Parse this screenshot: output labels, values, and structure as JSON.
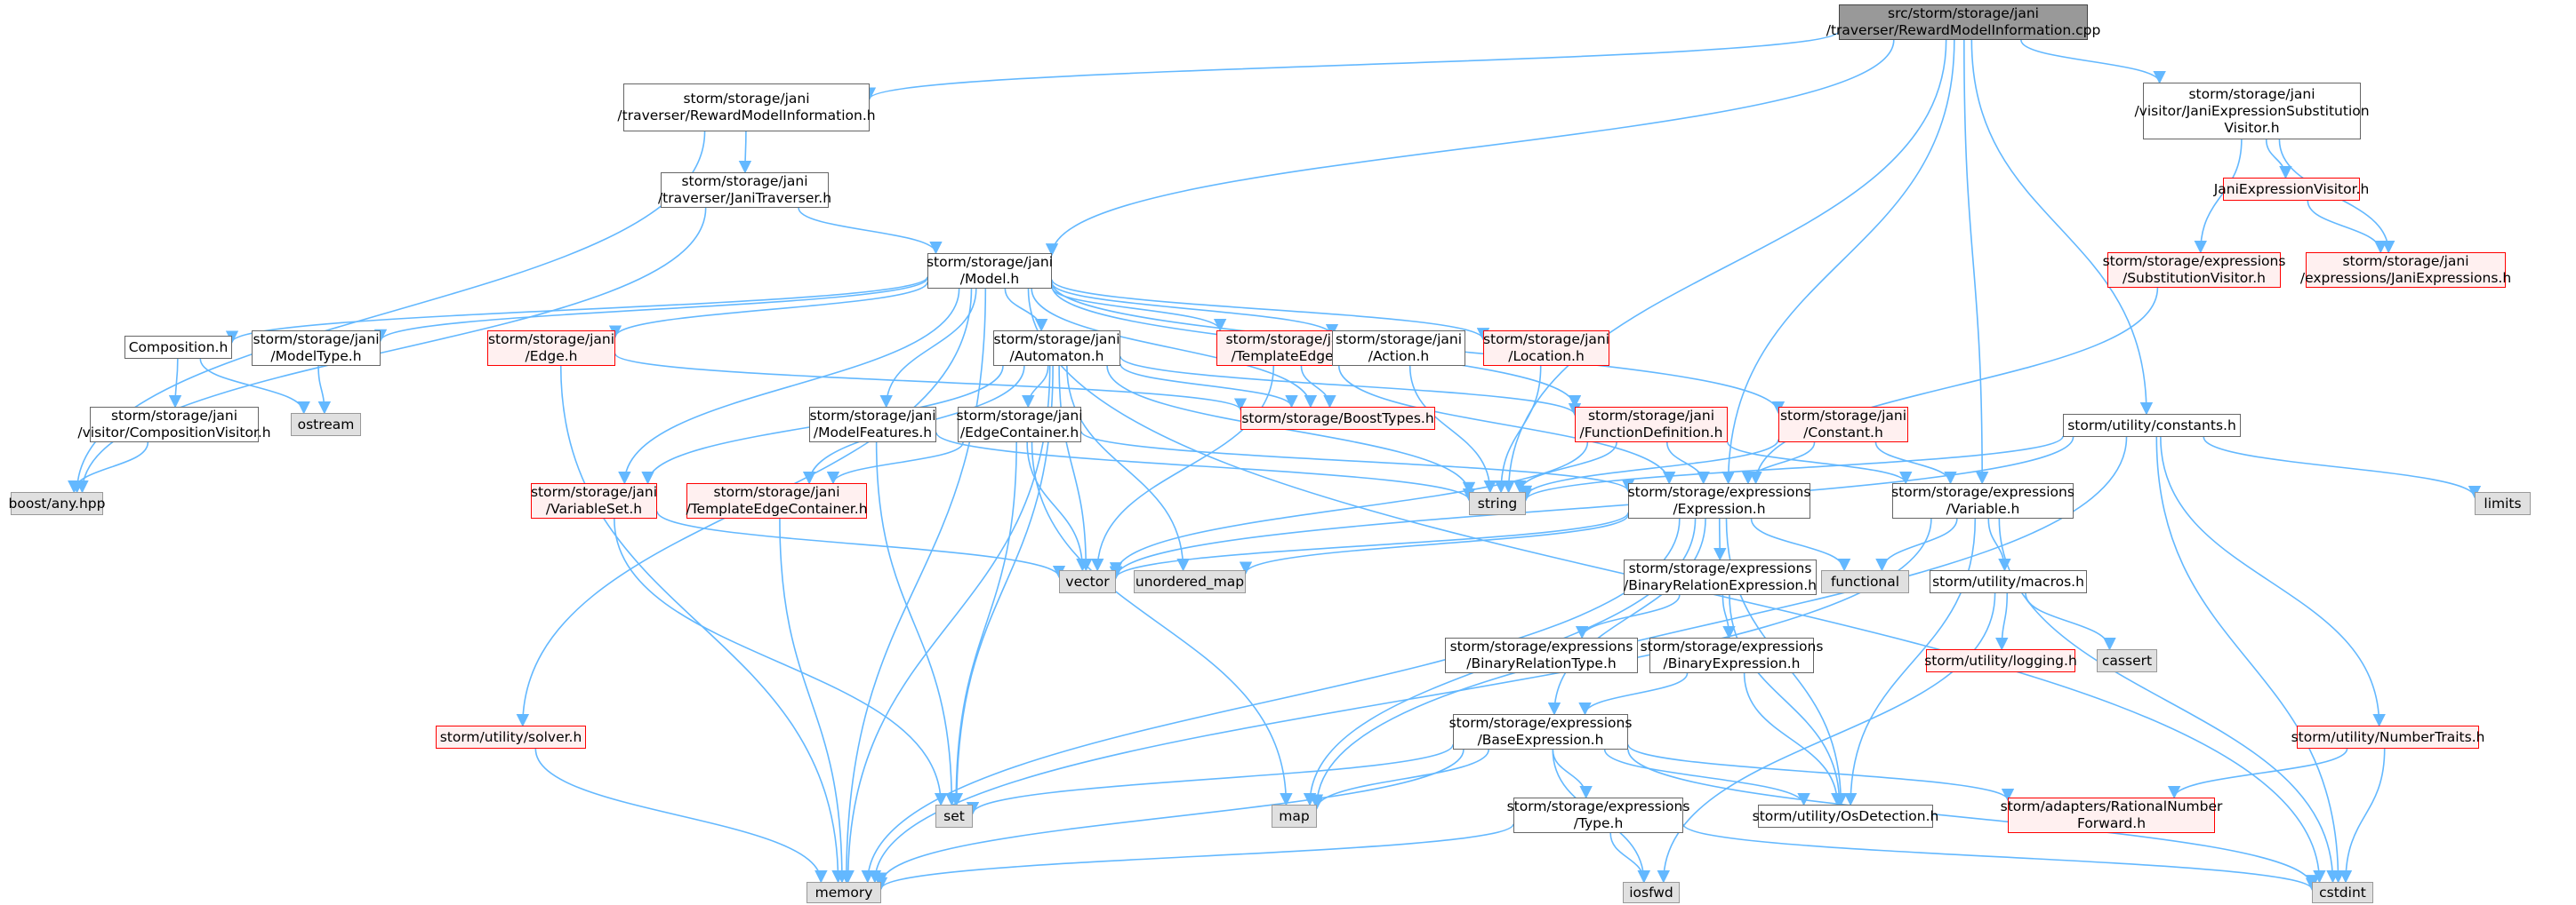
{
  "graph": {
    "colors": {
      "edge": "#63b8ff",
      "root_fill": "#999999",
      "node_fill": "#ffffff",
      "node_border": "#666666",
      "incomplete_border": "#ff0000",
      "incomplete_fill": "#fff0f0",
      "system_fill": "#e0e0e0"
    },
    "nodes": [
      {
        "id": "root",
        "label": [
          "src/storm/storage/jani",
          "/traverser/RewardModelInformation.cpp"
        ],
        "style": "root"
      },
      {
        "id": "rmi_h",
        "label": [
          "storm/storage/jani",
          "/traverser/RewardModelInformation.h"
        ],
        "style": "normal"
      },
      {
        "id": "jt_h",
        "label": [
          "storm/storage/jani",
          "/traverser/JaniTraverser.h"
        ],
        "style": "normal"
      },
      {
        "id": "model_h",
        "label": [
          "storm/storage/jani",
          "/Model.h"
        ],
        "style": "normal"
      },
      {
        "id": "jesv_h",
        "label": [
          "storm/storage/jani",
          "/visitor/JaniExpressionSubstitution",
          "Visitor.h"
        ],
        "style": "normal"
      },
      {
        "id": "jev_h",
        "label": [
          "JaniExpressionVisitor.h"
        ],
        "style": "red"
      },
      {
        "id": "subst_h",
        "label": [
          "storm/storage/expressions",
          "/SubstitutionVisitor.h"
        ],
        "style": "red"
      },
      {
        "id": "janiexpr_h",
        "label": [
          "storm/storage/jani",
          "/expressions/JaniExpressions.h"
        ],
        "style": "red"
      },
      {
        "id": "composition_h",
        "label": [
          "Composition.h"
        ],
        "style": "normal"
      },
      {
        "id": "modeltype_h",
        "label": [
          "storm/storage/jani",
          "/ModelType.h"
        ],
        "style": "normal"
      },
      {
        "id": "edge_h",
        "label": [
          "storm/storage/jani",
          "/Edge.h"
        ],
        "style": "red"
      },
      {
        "id": "automaton_h",
        "label": [
          "storm/storage/jani",
          "/Automaton.h"
        ],
        "style": "normal"
      },
      {
        "id": "tedge_h",
        "label": [
          "storm/storage/jani",
          "/TemplateEdge.h"
        ],
        "style": "red"
      },
      {
        "id": "action_h",
        "label": [
          "storm/storage/jani",
          "/Action.h"
        ],
        "style": "normal"
      },
      {
        "id": "location_h",
        "label": [
          "storm/storage/jani",
          "/Location.h"
        ],
        "style": "red"
      },
      {
        "id": "ostream",
        "label": [
          "ostream"
        ],
        "style": "sys"
      },
      {
        "id": "compvis_h",
        "label": [
          "storm/storage/jani",
          "/visitor/CompositionVisitor.h"
        ],
        "style": "normal"
      },
      {
        "id": "boostany",
        "label": [
          "boost/any.hpp"
        ],
        "style": "sys"
      },
      {
        "id": "modelfeat_h",
        "label": [
          "storm/storage/jani",
          "/ModelFeatures.h"
        ],
        "style": "normal"
      },
      {
        "id": "edgecont_h",
        "label": [
          "storm/storage/jani",
          "/EdgeContainer.h"
        ],
        "style": "normal"
      },
      {
        "id": "boosttypes_h",
        "label": [
          "storm/storage/BoostTypes.h"
        ],
        "style": "red"
      },
      {
        "id": "funcdef_h",
        "label": [
          "storm/storage/jani",
          "/FunctionDefinition.h"
        ],
        "style": "red"
      },
      {
        "id": "constant_h",
        "label": [
          "storm/storage/jani",
          "/Constant.h"
        ],
        "style": "red"
      },
      {
        "id": "constants_h",
        "label": [
          "storm/utility/constants.h"
        ],
        "style": "normal"
      },
      {
        "id": "limits",
        "label": [
          "limits"
        ],
        "style": "sys"
      },
      {
        "id": "varset_h",
        "label": [
          "storm/storage/jani",
          "/VariableSet.h"
        ],
        "style": "red"
      },
      {
        "id": "tec_h",
        "label": [
          "storm/storage/jani",
          "/TemplateEdgeContainer.h"
        ],
        "style": "red"
      },
      {
        "id": "string",
        "label": [
          "string"
        ],
        "style": "sys"
      },
      {
        "id": "expression_h",
        "label": [
          "storm/storage/expressions",
          "/Expression.h"
        ],
        "style": "normal"
      },
      {
        "id": "variable_h",
        "label": [
          "storm/storage/expressions",
          "/Variable.h"
        ],
        "style": "normal"
      },
      {
        "id": "vector",
        "label": [
          "vector"
        ],
        "style": "sys"
      },
      {
        "id": "unordered_map",
        "label": [
          "unordered_map"
        ],
        "style": "sys"
      },
      {
        "id": "functional",
        "label": [
          "functional"
        ],
        "style": "sys"
      },
      {
        "id": "macros_h",
        "label": [
          "storm/utility/macros.h"
        ],
        "style": "normal"
      },
      {
        "id": "brelexpr_h",
        "label": [
          "storm/storage/expressions",
          "/BinaryRelationExpression.h"
        ],
        "style": "normal"
      },
      {
        "id": "logging_h",
        "label": [
          "storm/utility/logging.h"
        ],
        "style": "red"
      },
      {
        "id": "cassert",
        "label": [
          "cassert"
        ],
        "style": "sys"
      },
      {
        "id": "breltype_h",
        "label": [
          "storm/storage/expressions",
          "/BinaryRelationType.h"
        ],
        "style": "normal"
      },
      {
        "id": "binexpr_h",
        "label": [
          "storm/storage/expressions",
          "/BinaryExpression.h"
        ],
        "style": "normal"
      },
      {
        "id": "solver_h",
        "label": [
          "storm/utility/solver.h"
        ],
        "style": "red"
      },
      {
        "id": "numtraits_h",
        "label": [
          "storm/utility/NumberTraits.h"
        ],
        "style": "red"
      },
      {
        "id": "baseexpr_h",
        "label": [
          "storm/storage/expressions",
          "/BaseExpression.h"
        ],
        "style": "normal"
      },
      {
        "id": "set",
        "label": [
          "set"
        ],
        "style": "sys"
      },
      {
        "id": "map",
        "label": [
          "map"
        ],
        "style": "sys"
      },
      {
        "id": "type_h",
        "label": [
          "storm/storage/expressions",
          "/Type.h"
        ],
        "style": "normal"
      },
      {
        "id": "osdet_h",
        "label": [
          "storm/utility/OsDetection.h"
        ],
        "style": "normal"
      },
      {
        "id": "ratnum_h",
        "label": [
          "storm/adapters/RationalNumber",
          "Forward.h"
        ],
        "style": "red"
      },
      {
        "id": "memory",
        "label": [
          "memory"
        ],
        "style": "sys"
      },
      {
        "id": "iosfwd",
        "label": [
          "iosfwd"
        ],
        "style": "sys"
      },
      {
        "id": "cstdint",
        "label": [
          "cstdint"
        ],
        "style": "sys"
      }
    ],
    "edges": [
      [
        "root",
        "rmi_h"
      ],
      [
        "root",
        "model_h"
      ],
      [
        "root",
        "jesv_h"
      ],
      [
        "root",
        "constants_h"
      ],
      [
        "root",
        "expression_h"
      ],
      [
        "root",
        "variable_h"
      ],
      [
        "root",
        "string"
      ],
      [
        "rmi_h",
        "jt_h"
      ],
      [
        "rmi_h",
        "boostany"
      ],
      [
        "jt_h",
        "model_h"
      ],
      [
        "jt_h",
        "boostany"
      ],
      [
        "jesv_h",
        "jev_h"
      ],
      [
        "jesv_h",
        "subst_h"
      ],
      [
        "jesv_h",
        "janiexpr_h"
      ],
      [
        "jev_h",
        "janiexpr_h"
      ],
      [
        "subst_h",
        "expression_h"
      ],
      [
        "model_h",
        "composition_h"
      ],
      [
        "model_h",
        "modeltype_h"
      ],
      [
        "model_h",
        "edge_h"
      ],
      [
        "model_h",
        "automaton_h"
      ],
      [
        "model_h",
        "tedge_h"
      ],
      [
        "model_h",
        "action_h"
      ],
      [
        "model_h",
        "location_h"
      ],
      [
        "model_h",
        "funcdef_h"
      ],
      [
        "model_h",
        "constant_h"
      ],
      [
        "model_h",
        "varset_h"
      ],
      [
        "model_h",
        "modelfeat_h"
      ],
      [
        "model_h",
        "boosttypes_h"
      ],
      [
        "model_h",
        "memory"
      ],
      [
        "model_h",
        "solver_h"
      ],
      [
        "model_h",
        "cstdint"
      ],
      [
        "composition_h",
        "compvis_h"
      ],
      [
        "composition_h",
        "ostream"
      ],
      [
        "compvis_h",
        "boostany"
      ],
      [
        "modeltype_h",
        "ostream"
      ],
      [
        "edge_h",
        "boosttypes_h"
      ],
      [
        "edge_h",
        "memory"
      ],
      [
        "automaton_h",
        "edgecont_h"
      ],
      [
        "automaton_h",
        "varset_h"
      ],
      [
        "automaton_h",
        "tec_h"
      ],
      [
        "automaton_h",
        "funcdef_h"
      ],
      [
        "automaton_h",
        "boosttypes_h"
      ],
      [
        "automaton_h",
        "string"
      ],
      [
        "automaton_h",
        "vector"
      ],
      [
        "automaton_h",
        "unordered_map"
      ],
      [
        "automaton_h",
        "memory"
      ],
      [
        "automaton_h",
        "set"
      ],
      [
        "tedge_h",
        "boosttypes_h"
      ],
      [
        "tedge_h",
        "expression_h"
      ],
      [
        "tedge_h",
        "vector"
      ],
      [
        "action_h",
        "string"
      ],
      [
        "location_h",
        "string"
      ],
      [
        "modelfeat_h",
        "string"
      ],
      [
        "modelfeat_h",
        "set"
      ],
      [
        "edgecont_h",
        "tec_h"
      ],
      [
        "edgecont_h",
        "expression_h"
      ],
      [
        "edgecont_h",
        "vector"
      ],
      [
        "edgecont_h",
        "set"
      ],
      [
        "edgecont_h",
        "map"
      ],
      [
        "funcdef_h",
        "expression_h"
      ],
      [
        "funcdef_h",
        "variable_h"
      ],
      [
        "funcdef_h",
        "string"
      ],
      [
        "funcdef_h",
        "vector"
      ],
      [
        "constant_h",
        "expression_h"
      ],
      [
        "constant_h",
        "variable_h"
      ],
      [
        "constant_h",
        "string"
      ],
      [
        "constants_h",
        "limits"
      ],
      [
        "constants_h",
        "numtraits_h"
      ],
      [
        "constants_h",
        "cstdint"
      ],
      [
        "constants_h",
        "string"
      ],
      [
        "constants_h",
        "vector"
      ],
      [
        "constants_h",
        "map"
      ],
      [
        "varset_h",
        "vector"
      ],
      [
        "varset_h",
        "set"
      ],
      [
        "tec_h",
        "memory"
      ],
      [
        "expression_h",
        "brelexpr_h"
      ],
      [
        "expression_h",
        "baseexpr_h"
      ],
      [
        "expression_h",
        "vector"
      ],
      [
        "expression_h",
        "unordered_map"
      ],
      [
        "expression_h",
        "functional"
      ],
      [
        "expression_h",
        "map"
      ],
      [
        "expression_h",
        "memory"
      ],
      [
        "expression_h",
        "osdet_h"
      ],
      [
        "variable_h",
        "macros_h"
      ],
      [
        "variable_h",
        "functional"
      ],
      [
        "variable_h",
        "memory"
      ],
      [
        "variable_h",
        "cstdint"
      ],
      [
        "variable_h",
        "osdet_h"
      ],
      [
        "macros_h",
        "logging_h"
      ],
      [
        "macros_h",
        "cassert"
      ],
      [
        "macros_h",
        "iosfwd"
      ],
      [
        "brelexpr_h",
        "breltype_h"
      ],
      [
        "brelexpr_h",
        "binexpr_h"
      ],
      [
        "brelexpr_h",
        "osdet_h"
      ],
      [
        "binexpr_h",
        "baseexpr_h"
      ],
      [
        "binexpr_h",
        "osdet_h"
      ],
      [
        "solver_h",
        "memory"
      ],
      [
        "numtraits_h",
        "ratnum_h"
      ],
      [
        "numtraits_h",
        "cstdint"
      ],
      [
        "baseexpr_h",
        "set"
      ],
      [
        "baseexpr_h",
        "map"
      ],
      [
        "baseexpr_h",
        "type_h"
      ],
      [
        "baseexpr_h",
        "osdet_h"
      ],
      [
        "baseexpr_h",
        "ratnum_h"
      ],
      [
        "baseexpr_h",
        "memory"
      ],
      [
        "baseexpr_h",
        "iosfwd"
      ],
      [
        "baseexpr_h",
        "cstdint"
      ],
      [
        "type_h",
        "memory"
      ],
      [
        "type_h",
        "iosfwd"
      ],
      [
        "type_h",
        "cstdint"
      ]
    ]
  }
}
